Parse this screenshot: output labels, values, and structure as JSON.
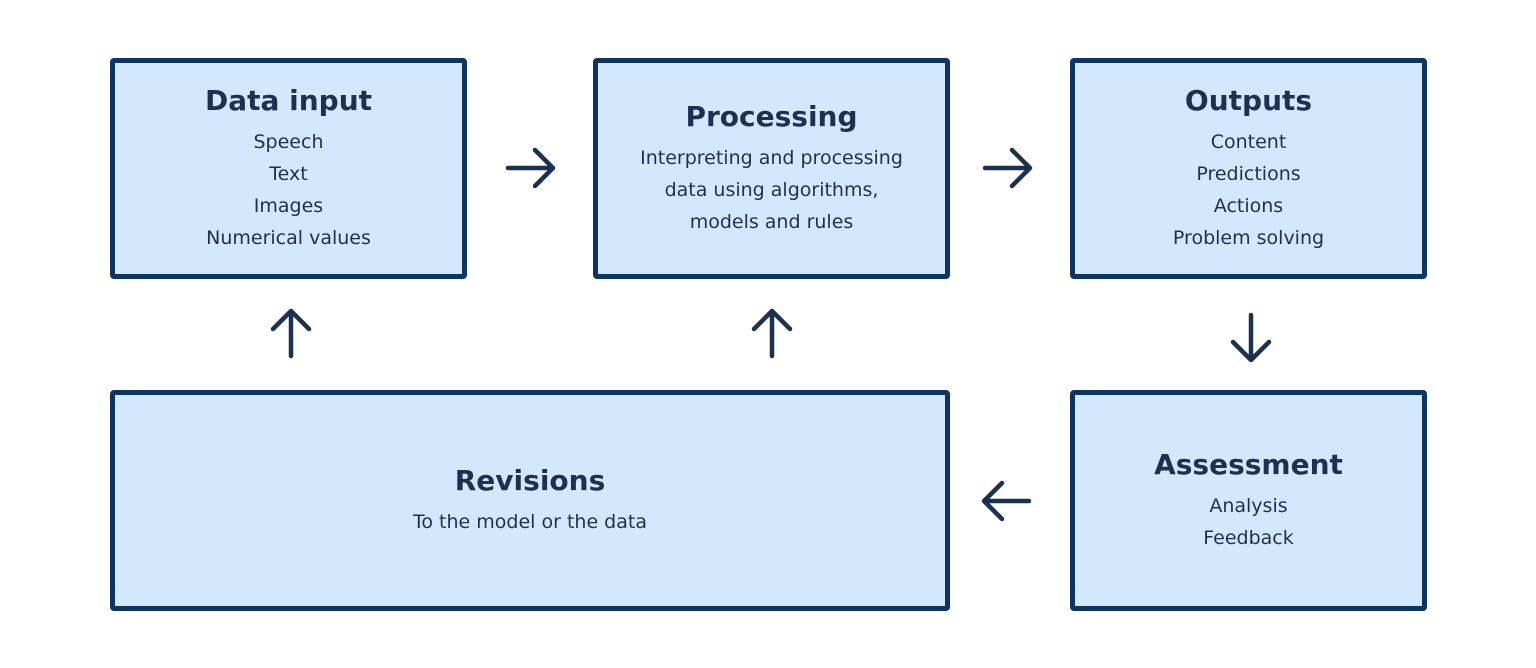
{
  "nodes": {
    "data_input": {
      "title": "Data input",
      "lines": [
        "Speech",
        "Text",
        "Images",
        "Numerical values"
      ]
    },
    "processing": {
      "title": "Processing",
      "lines": [
        "Interpreting and processing",
        "data using algorithms,",
        "models and rules"
      ]
    },
    "outputs": {
      "title": "Outputs",
      "lines": [
        "Content",
        "Predictions",
        "Actions",
        "Problem solving"
      ]
    },
    "revisions": {
      "title": "Revisions",
      "lines": [
        "To the model or the data"
      ]
    },
    "assessment": {
      "title": "Assessment",
      "lines": [
        "Analysis",
        "Feedback"
      ]
    }
  },
  "colors": {
    "box_fill": "#d3e8fc",
    "box_border": "#0e3461",
    "text": "#1c3150",
    "arrow": "#1c3150"
  },
  "icons": {
    "arrow_right": "arrow-right-icon",
    "arrow_left": "arrow-left-icon",
    "arrow_up": "arrow-up-icon",
    "arrow_down": "arrow-down-icon"
  }
}
